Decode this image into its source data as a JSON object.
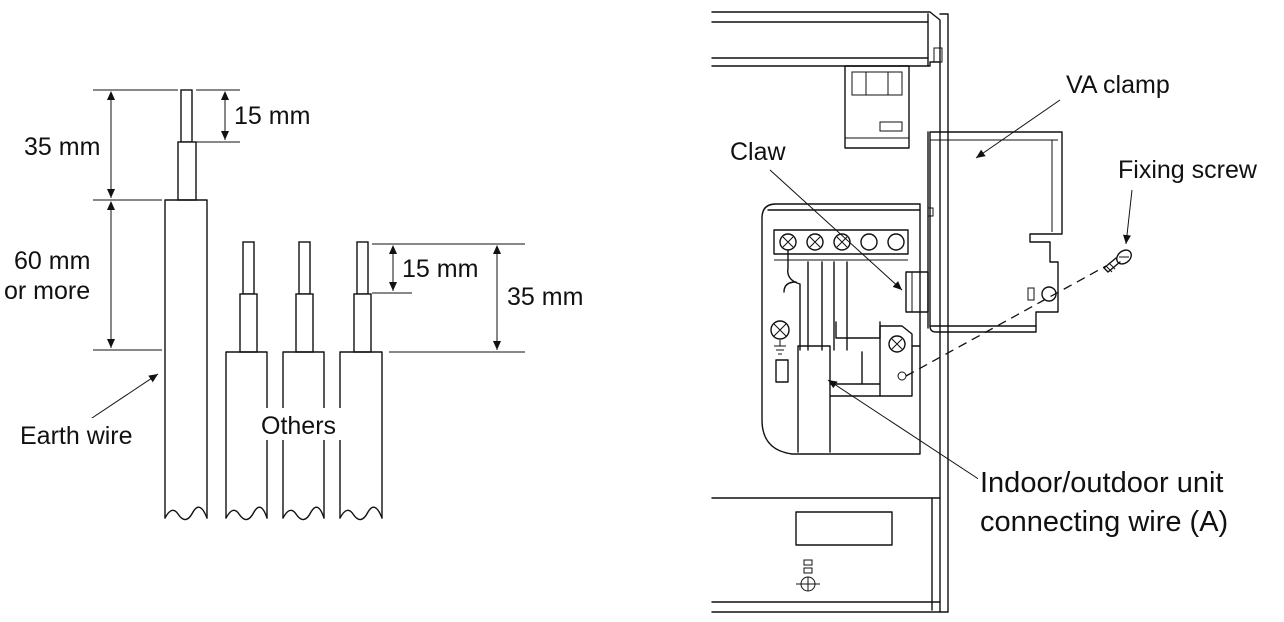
{
  "left_diagram": {
    "dim_35_earth": "35 mm",
    "dim_15_earth": "15 mm",
    "dim_60_line1": "60 mm",
    "dim_60_line2": "or more",
    "dim_15_others": "15 mm",
    "dim_35_others": "35 mm",
    "earth_wire_label": "Earth wire",
    "others_label": "Others"
  },
  "right_diagram": {
    "va_clamp_label": "VA clamp",
    "claw_label": "Claw",
    "fixing_screw_label": "Fixing screw",
    "connecting_wire_line1": "Indoor/outdoor unit",
    "connecting_wire_line2": "connecting wire (A)"
  }
}
